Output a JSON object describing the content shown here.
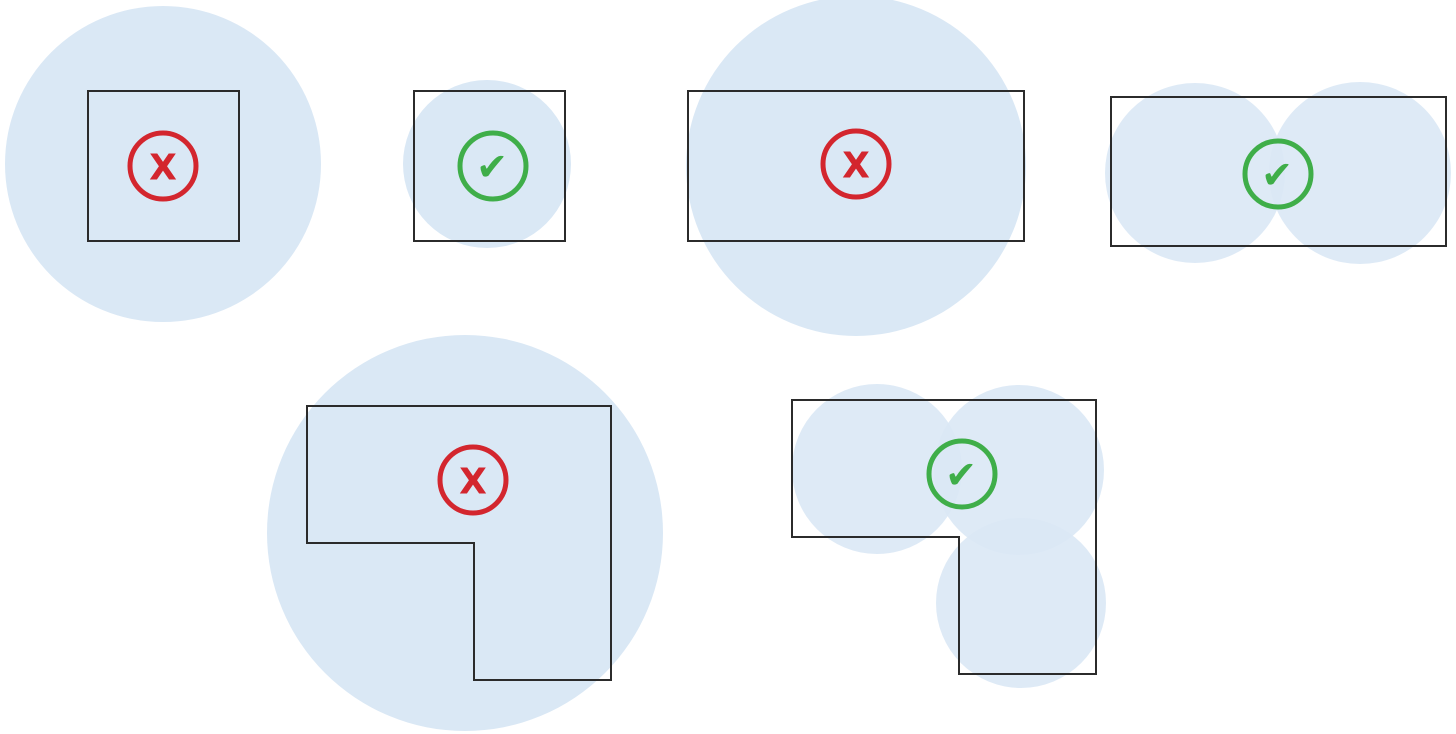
{
  "colors": {
    "coverage_fill": "#dae8f5",
    "outline": "#2b2b2b",
    "fail": "#d3262e",
    "pass": "#3fae49"
  },
  "icons": {
    "fail_icon": "x-mark-icon",
    "pass_icon": "check-mark-icon"
  },
  "badges": {
    "fail_glyph": "X",
    "pass_glyph": "✔"
  },
  "examples": [
    {
      "id": "square-one-large-circle",
      "shape": "square",
      "coverage_circles": 1,
      "result": "fail"
    },
    {
      "id": "square-one-fitted-circle",
      "shape": "square",
      "coverage_circles": 1,
      "result": "pass"
    },
    {
      "id": "rectangle-one-large-circle",
      "shape": "rectangle",
      "coverage_circles": 1,
      "result": "fail"
    },
    {
      "id": "rectangle-two-circles",
      "shape": "rectangle",
      "coverage_circles": 2,
      "result": "pass"
    },
    {
      "id": "l-shape-one-large-circle",
      "shape": "l-shape",
      "coverage_circles": 1,
      "result": "fail"
    },
    {
      "id": "l-shape-three-circles",
      "shape": "l-shape",
      "coverage_circles": 3,
      "result": "pass"
    }
  ]
}
